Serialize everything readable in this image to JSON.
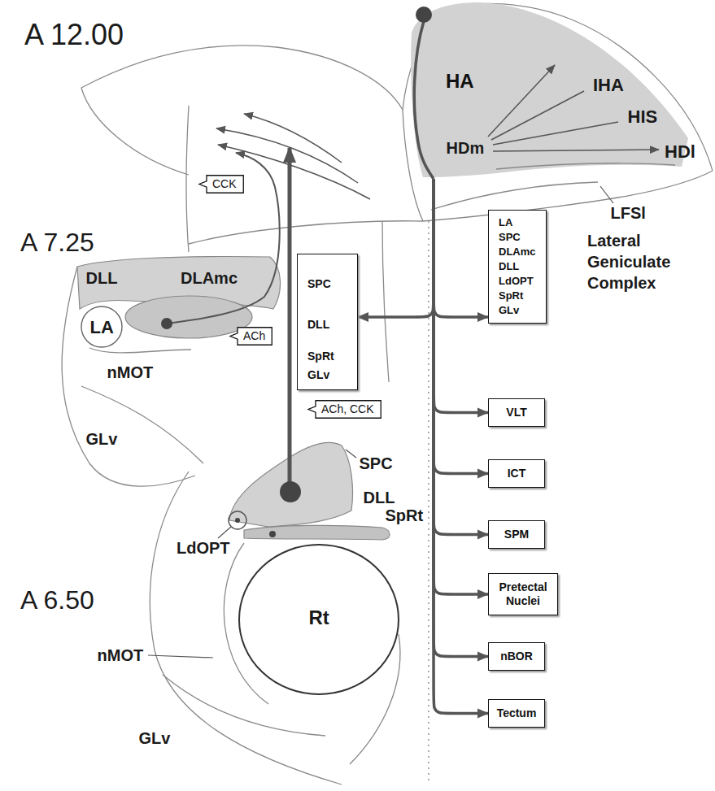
{
  "diagram": {
    "nodes": [
      {
        "text": [
          "HA"
        ]
      },
      {
        "text": [
          "CCK"
        ]
      },
      {
        "text": [
          "SPC",
          "DLL",
          "SpRt",
          "GLv"
        ]
      },
      {
        "text": [
          "LA",
          "SPC",
          "DLAmc",
          "DLL",
          "LdOPT",
          "SpRt",
          "GLv"
        ]
      },
      {
        "text": [
          "ACh"
        ]
      },
      {
        "text": [
          "ACh, CCK"
        ]
      },
      {
        "text": [
          "VLT"
        ]
      },
      {
        "text": [
          "ICT"
        ]
      },
      {
        "text": [
          "SPM"
        ]
      },
      {
        "text": [
          "Pretectal Nuclei"
        ]
      },
      {
        "text": [
          "nBOR"
        ]
      },
      {
        "text": [
          "Tectum"
        ]
      }
    ],
    "edges": [
      {
        "from": 0,
        "to": 2,
        "arrow": "to"
      },
      {
        "from": 0,
        "to": 3,
        "arrow": "to"
      },
      {
        "from": 0,
        "to": 6,
        "arrow": "to"
      },
      {
        "from": 0,
        "to": 7,
        "arrow": "to"
      },
      {
        "from": 0,
        "to": 8,
        "arrow": "to"
      },
      {
        "from": 0,
        "to": 9,
        "arrow": "to"
      },
      {
        "from": 0,
        "to": 10,
        "arrow": "to"
      },
      {
        "from": 0,
        "to": 11,
        "arrow": "to"
      }
    ],
    "labels": [
      "A 12.00",
      "IHA",
      "HIS",
      "HDm",
      "HDl",
      "LFSl",
      "A 7.25",
      "DLL",
      "DLAmc",
      "LA",
      "Lateral Geniculate Complex",
      "nMOT",
      "GLv",
      "SPC",
      "DLL",
      "SpRt",
      "LdOPT",
      "A 6.50",
      "Rt",
      "nMOT",
      "GLv"
    ]
  }
}
